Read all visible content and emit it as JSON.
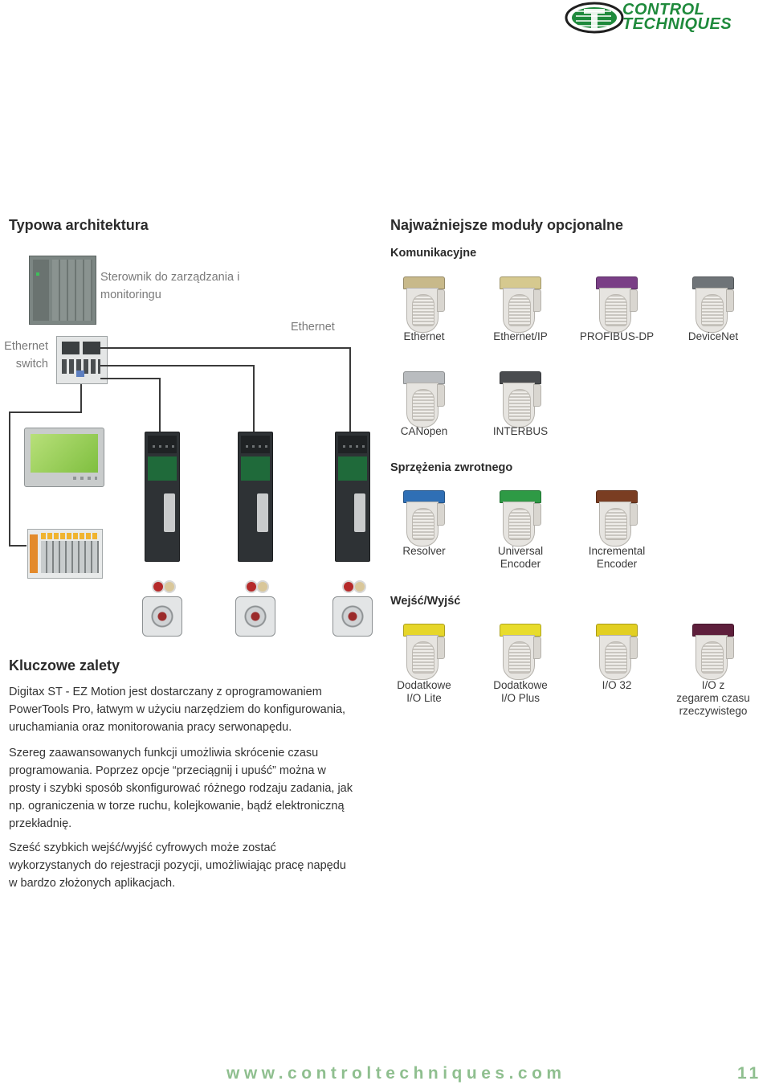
{
  "logo": {
    "line1": "CONTROL",
    "line2": "TECHNIQUES"
  },
  "left": {
    "heading": "Typowa architektura",
    "controller_label": "Sterownik do zarządzania i monitoringu",
    "switch_label_1": "Ethernet",
    "switch_label_2": "switch",
    "ethernet_label": "Ethernet"
  },
  "right": {
    "heading": "Najważniejsze moduły opcjonalne",
    "communication": {
      "title": "Komunikacyjne",
      "modules": [
        {
          "label": "Ethernet",
          "color": "#c8b98a"
        },
        {
          "label": "Ethernet/IP",
          "color": "#d6c98f"
        },
        {
          "label": "PROFIBUS-DP",
          "color": "#7a3f86"
        },
        {
          "label": "DeviceNet",
          "color": "#6f7478"
        },
        {
          "label": "CANopen",
          "color": "#b9bcbf"
        },
        {
          "label": "INTERBUS",
          "color": "#4a4c4f"
        }
      ]
    },
    "feedback": {
      "title": "Sprzężenia zwrotnego",
      "modules": [
        {
          "label": "Resolver",
          "color": "#2f6fb5"
        },
        {
          "label1": "Universal",
          "label2": "Encoder",
          "color": "#2e9a45"
        },
        {
          "label1": "Incremental",
          "label2": "Encoder",
          "color": "#7a3d22"
        }
      ]
    },
    "io": {
      "title": "Wejść/Wyjść",
      "modules": [
        {
          "label1": "Dodatkowe",
          "label2": "I/O Lite",
          "color": "#e6d62a"
        },
        {
          "label1": "Dodatkowe",
          "label2": "I/O Plus",
          "color": "#e8dc2c"
        },
        {
          "label1": "I/O 32",
          "color": "#e2cf22"
        },
        {
          "label1": "I/O z",
          "label2": "zegarem czasu",
          "label3": "rzeczywistego",
          "color": "#5e1f3c"
        }
      ]
    }
  },
  "benefits": {
    "heading": "Kluczowe zalety",
    "paragraphs": [
      [
        "Digitax ST - EZ Motion jest dostarczany z oprogramowaniem",
        "PowerTools Pro, łatwym w użyciu narzędziem do konfigurowania,",
        "uruchamiania oraz monitorowania pracy serwonapędu."
      ],
      [
        "Szereg zaawansowanych funkcji umożliwia skrócenie czasu",
        "programowania. Poprzez opcje “przeciągnij i upuść” można w",
        "prosty i szybki sposób skonfigurować różnego rodzaju zadania, jak",
        "np. ograniczenia w torze ruchu, kolejkowanie, bądź elektroniczną",
        "przekładnię."
      ],
      [
        "Sześć szybkich wejść/wyjść cyfrowych może zostać",
        "wykorzystanych do rejestracji pozycji, umożliwiając pracę napędu",
        "w bardzo złożonych aplikacjach."
      ]
    ]
  },
  "footer": {
    "url": "www.controltechniques.com",
    "page": "11"
  },
  "colors": {
    "brand_green": "#1f8a3c",
    "footer_green": "#8fbf8f"
  }
}
